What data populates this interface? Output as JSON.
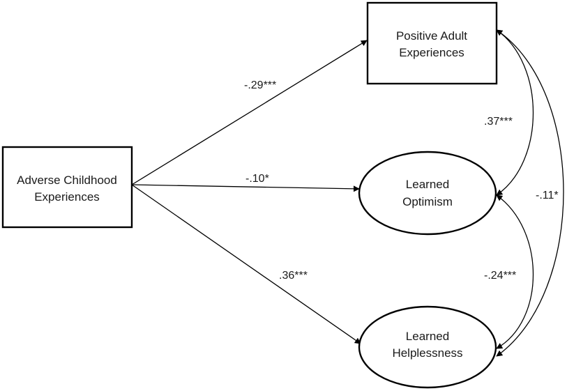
{
  "nodes": {
    "ace": {
      "line1": "Adverse Childhood",
      "line2": "Experiences"
    },
    "pae": {
      "line1": "Positive Adult",
      "line2": "Experiences"
    },
    "optimism": {
      "line1": "Learned",
      "line2": "Optimism"
    },
    "helplessness": {
      "line1": "Learned",
      "line2": "Helplessness"
    }
  },
  "paths": {
    "ace_to_pae": "-.29***",
    "ace_to_optimism": "-.10*",
    "ace_to_helplessness": ".36***"
  },
  "covariances": {
    "pae_optimism": ".37***",
    "optimism_helplessness": "-.24***",
    "pae_helplessness": "-.11*"
  }
}
